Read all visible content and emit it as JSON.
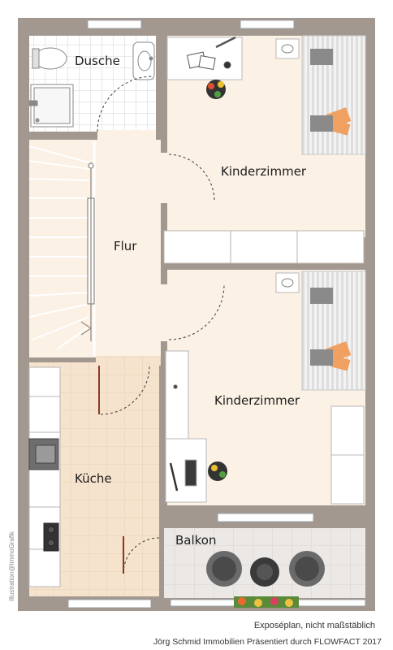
{
  "rooms": {
    "dusche": "Dusche",
    "kinderzimmer_1": "Kinderzimmer",
    "flur": "Flur",
    "kinderzimmer_2": "Kinderzimmer",
    "kueche": "Küche",
    "balkon": "Balkon"
  },
  "caption": "Exposéplan, nicht maßstäblich",
  "footer": "Jörg Schmid Immobilien Präsentiert durch FLOWFACT 2017",
  "side_credit": "Illustration@ImmoGrafik",
  "colors": {
    "wall": "#a39890",
    "floor_room": "#fbf1e5",
    "floor_kitchen_tile": "#f5e2cc",
    "bath_tile": "#ffffff",
    "balcony_tile": "#eae7e4",
    "pillow": "#f0a060",
    "blanket": "#8a8a8a"
  }
}
